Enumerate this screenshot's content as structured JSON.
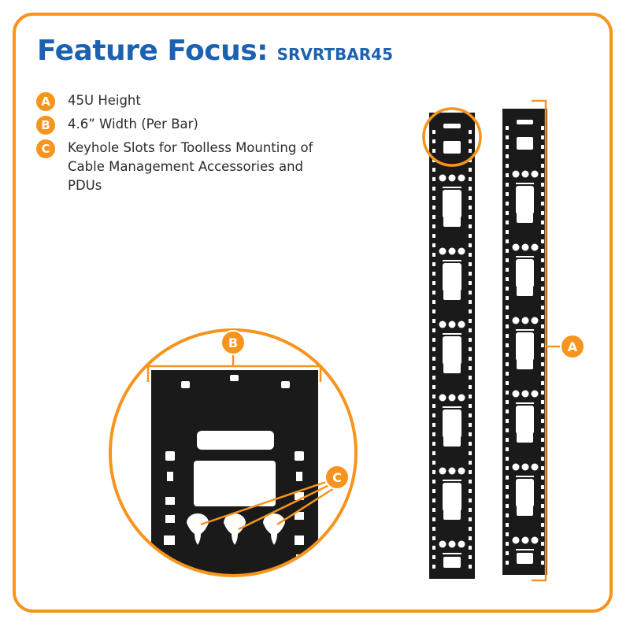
{
  "title": {
    "main": "Feature Focus:",
    "model": "SRVRTBAR45"
  },
  "features": [
    {
      "letter": "A",
      "text": "45U Height"
    },
    {
      "letter": "B",
      "text": "4.6” Width (Per Bar)"
    },
    {
      "letter": "C",
      "text": "Keyhole Slots for Toolless Mounting of Cable Management Accessories and PDUs"
    }
  ],
  "callouts": {
    "height": "A",
    "width": "B",
    "keyholes": "C"
  },
  "colors": {
    "accent": "#f7941d",
    "title": "#1c62b0",
    "bar": "#1a1a1a",
    "text": "#2b2b2b"
  }
}
